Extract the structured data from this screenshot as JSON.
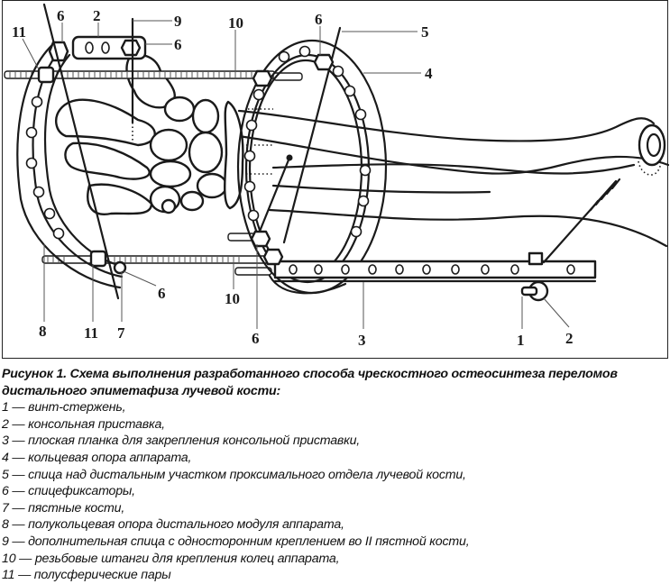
{
  "figure": {
    "labels": {
      "l1": "1",
      "l2_top": "2",
      "l2_bottom": "2",
      "l3": "3",
      "l4": "4",
      "l5": "5",
      "l6_top_left": "6",
      "l6_top_mid": "6",
      "l6_top_right": "6",
      "l6_bottom_left": "6",
      "l6_bottom_mid": "6",
      "l7": "7",
      "l8": "8",
      "l9": "9",
      "l10_top": "10",
      "l10_bottom": "10",
      "l11_top": "11",
      "l11_bottom": "11"
    }
  },
  "caption": {
    "title": "Рисунок 1. Схема выполнения разработанного способа чрескостного остеосинтеза переломов дистального эпиметафиза лучевой кости:",
    "items": [
      "1 — винт-стержень,",
      "2 — консольная приставка,",
      "3 — плоская планка для закрепления консольной приставки,",
      "4 — кольцевая опора аппарата,",
      "5 — спица над дистальным участком проксимального отдела лучевой кости,",
      "6 — спицефиксаторы,",
      "7 — пястные кости,",
      "8 — полукольцевая опора дистального модуля аппарата,",
      "9 — дополнительная спица с односторонним креплением во II пястной кости,",
      "10 — резьбовые штанги для крепления колец аппарата,",
      "11 — полусферические пары"
    ]
  }
}
